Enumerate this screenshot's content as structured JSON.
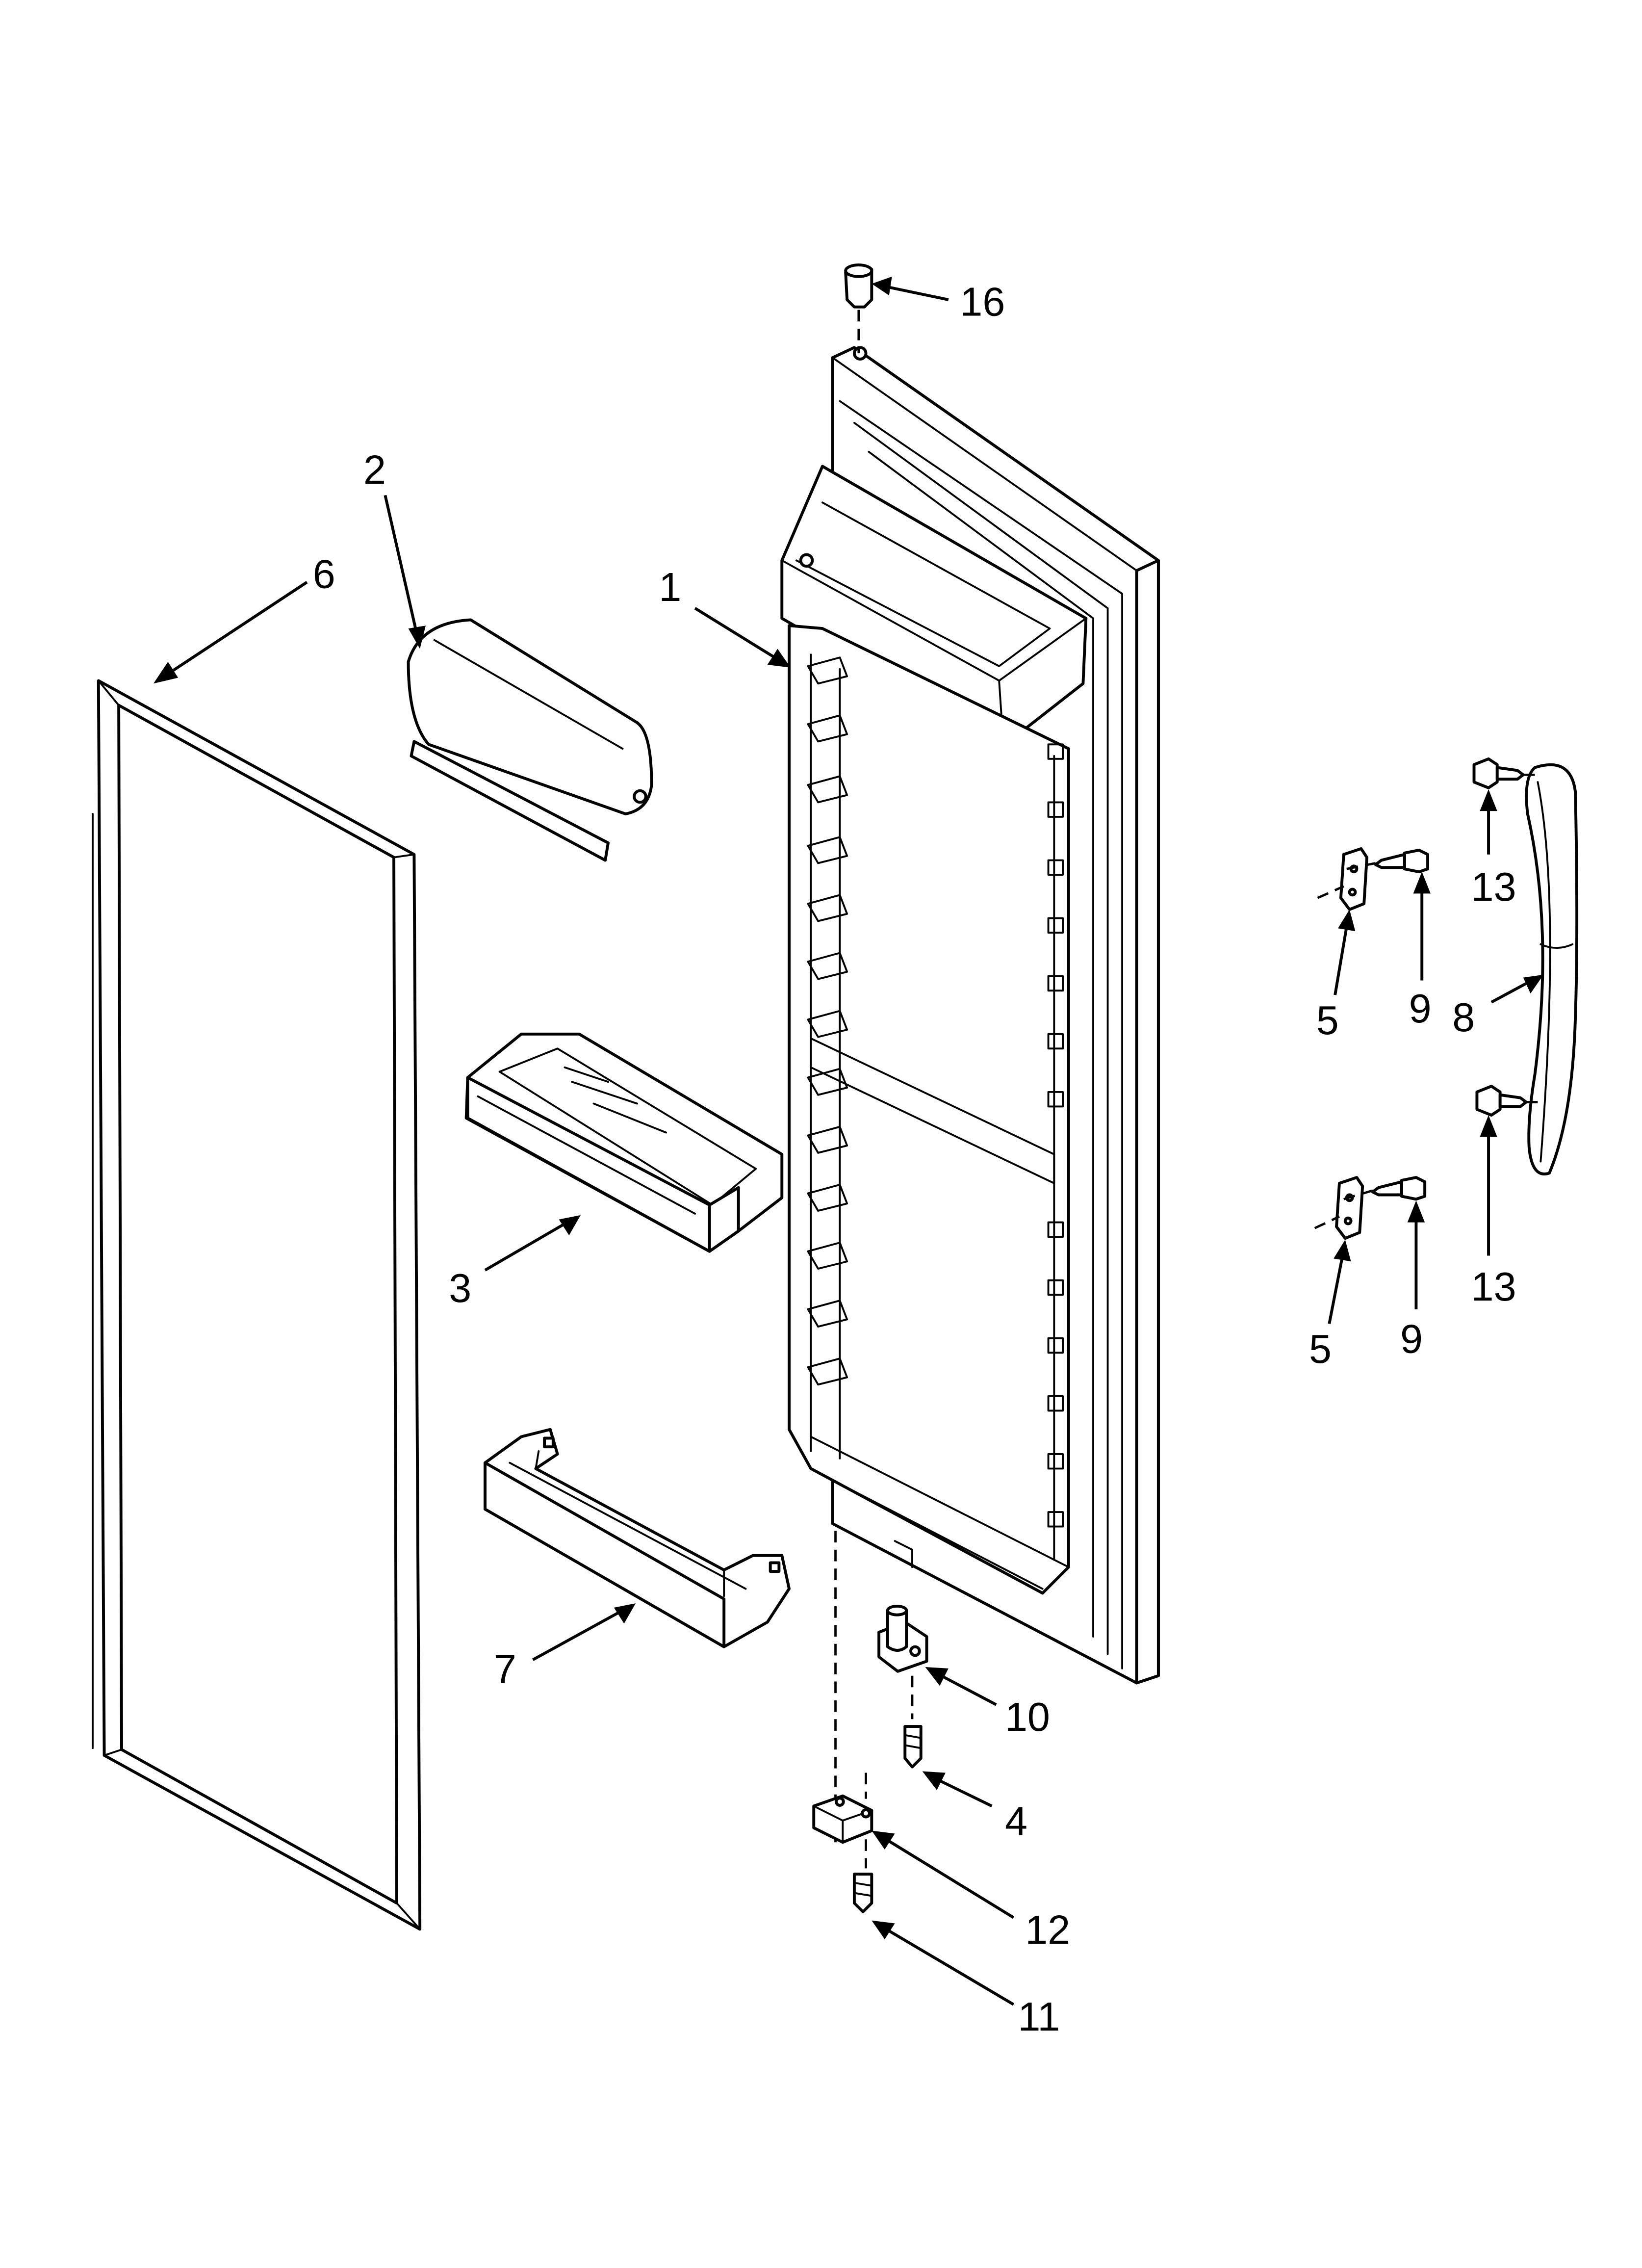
{
  "diagram": {
    "type": "exploded-parts-view",
    "parts": [
      {
        "id": "door",
        "callout": "1"
      },
      {
        "id": "dairy-door",
        "callout": "2"
      },
      {
        "id": "bin-large",
        "callout": "3"
      },
      {
        "id": "screw-hinge",
        "callout": "4"
      },
      {
        "id": "handle-bracket-upper",
        "callout": "5"
      },
      {
        "id": "handle-bracket-lower",
        "callout": "5"
      },
      {
        "id": "gasket",
        "callout": "6"
      },
      {
        "id": "shelf-bar",
        "callout": "7"
      },
      {
        "id": "handle",
        "callout": "8"
      },
      {
        "id": "screw-bracket-upper",
        "callout": "9"
      },
      {
        "id": "screw-bracket-lower",
        "callout": "9"
      },
      {
        "id": "hinge-bottom",
        "callout": "10"
      },
      {
        "id": "screw-stop",
        "callout": "11"
      },
      {
        "id": "door-stop",
        "callout": "12"
      },
      {
        "id": "screw-handle-upper",
        "callout": "13"
      },
      {
        "id": "screw-handle-lower",
        "callout": "13"
      },
      {
        "id": "hinge-bushing",
        "callout": "16"
      }
    ]
  }
}
